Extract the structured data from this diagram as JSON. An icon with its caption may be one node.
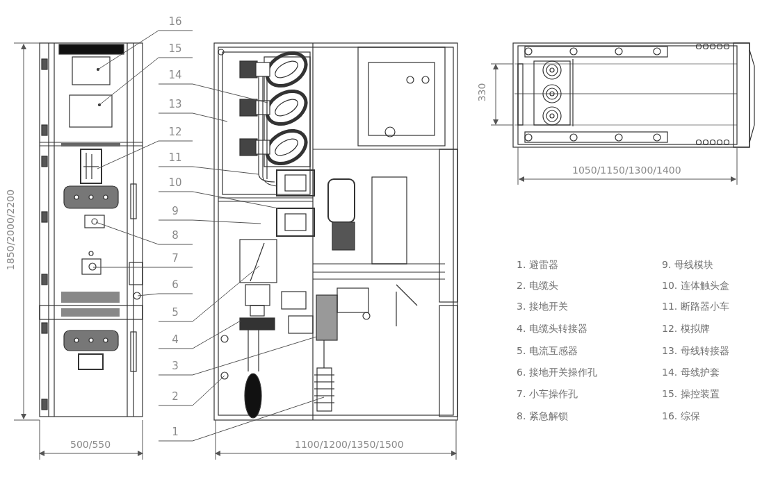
{
  "diagram": {
    "nodes": [
      {
        "text": [
          "16"
        ]
      },
      {
        "text": [
          "15"
        ]
      },
      {
        "text": [
          "14"
        ]
      },
      {
        "text": [
          "13"
        ]
      },
      {
        "text": [
          "12"
        ]
      },
      {
        "text": [
          "11"
        ]
      },
      {
        "text": [
          "10"
        ]
      },
      {
        "text": [
          "9"
        ]
      },
      {
        "text": [
          "8"
        ]
      },
      {
        "text": [
          "7"
        ]
      },
      {
        "text": [
          "6"
        ]
      },
      {
        "text": [
          "5"
        ]
      },
      {
        "text": [
          "4"
        ]
      },
      {
        "text": [
          "3"
        ]
      },
      {
        "text": [
          "2"
        ]
      },
      {
        "text": [
          "1"
        ]
      }
    ],
    "edges": [
      {
        "from": 0,
        "to": null,
        "arrow": "none"
      },
      {
        "from": 1,
        "to": null,
        "arrow": "none"
      },
      {
        "from": 2,
        "to": null,
        "arrow": "none"
      },
      {
        "from": 3,
        "to": null,
        "arrow": "none"
      },
      {
        "from": 4,
        "to": null,
        "arrow": "none"
      },
      {
        "from": 5,
        "to": null,
        "arrow": "none"
      },
      {
        "from": 6,
        "to": null,
        "arrow": "none"
      },
      {
        "from": 7,
        "to": null,
        "arrow": "none"
      },
      {
        "from": 8,
        "to": null,
        "arrow": "none"
      },
      {
        "from": 9,
        "to": null,
        "arrow": "none"
      },
      {
        "from": 10,
        "to": null,
        "arrow": "none"
      },
      {
        "from": 11,
        "to": null,
        "arrow": "none"
      },
      {
        "from": 12,
        "to": null,
        "arrow": "none"
      },
      {
        "from": 13,
        "to": null,
        "arrow": "none"
      },
      {
        "from": 14,
        "to": null,
        "arrow": "none"
      },
      {
        "from": 15,
        "to": null,
        "arrow": "none"
      }
    ],
    "labels": [
      "330",
      "1050/1150/1300/1400",
      "1850/2000/2200",
      "500/550",
      "1100/1200/1350/1500",
      "1. 避雷器",
      "2. 电缆头",
      "3. 接地开关",
      "4. 电缆头转接器",
      "5. 电流互感器",
      "6. 接地开关操作孔",
      "7. 小车操作孔",
      "8. 紧急解锁",
      "9. 母线模块",
      "10. 连体触头盒",
      "11. 断路器小车",
      "12. 模拟牌",
      "13. 母线转接器",
      "14. 母线护套",
      "15. 操控装置",
      "16. 综保"
    ]
  }
}
